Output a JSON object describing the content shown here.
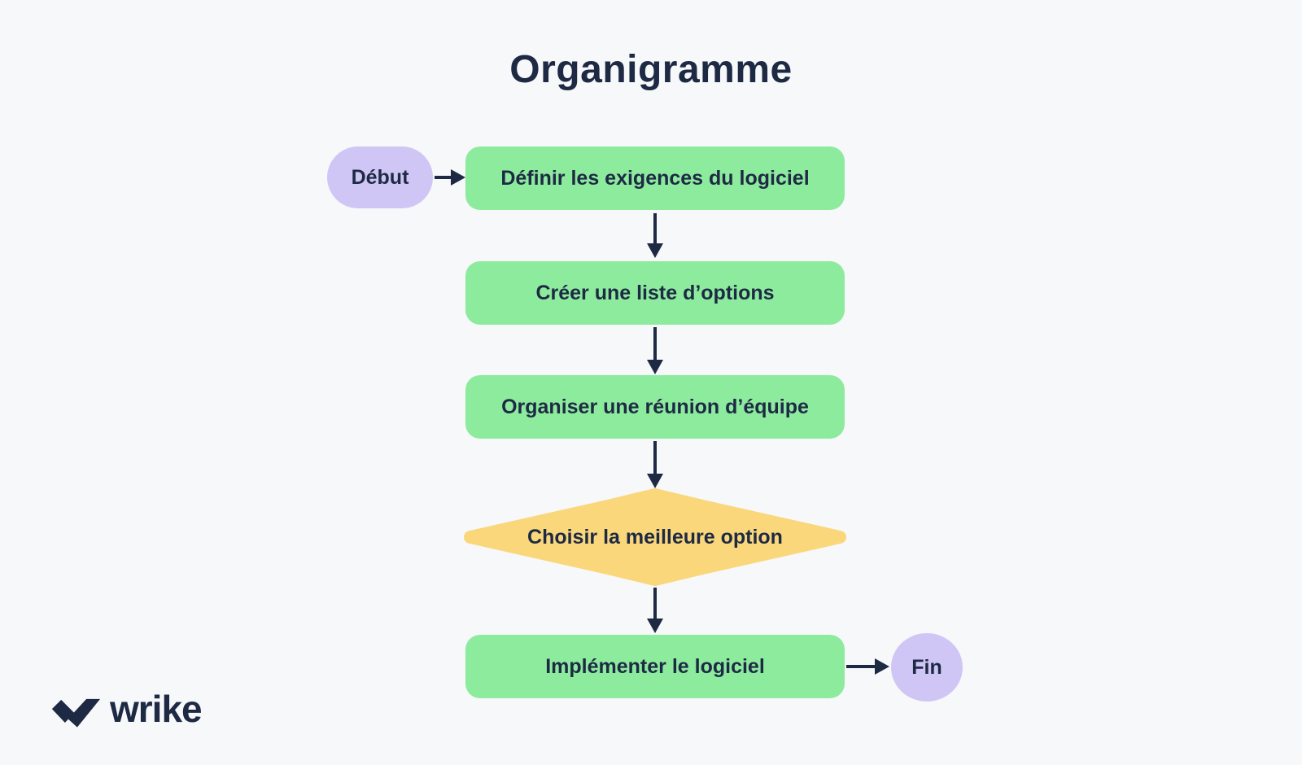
{
  "title": "Organigramme",
  "nodes": {
    "start": {
      "label": "Début",
      "type": "terminal"
    },
    "step1": {
      "label": "Définir les exigences du logiciel",
      "type": "process"
    },
    "step2": {
      "label": "Créer une liste d’options",
      "type": "process"
    },
    "step3": {
      "label": "Organiser une réunion d’équipe",
      "type": "process"
    },
    "decision": {
      "label": "Choisir la meilleure option",
      "type": "decision"
    },
    "step4": {
      "label": "Implémenter le logiciel",
      "type": "process"
    },
    "end": {
      "label": "Fin",
      "type": "terminal"
    }
  },
  "connections": [
    "start→step1",
    "step1→step2",
    "step2→step3",
    "step3→decision",
    "decision→step4",
    "step4→end"
  ],
  "logo": {
    "text": "wrike"
  },
  "colors": {
    "background": "#F7F8FA",
    "process_green": "#8DEB9E",
    "terminal_purple": "#D0C6F5",
    "decision_yellow": "#FAD77B",
    "ink_navy": "#1E2A44"
  }
}
